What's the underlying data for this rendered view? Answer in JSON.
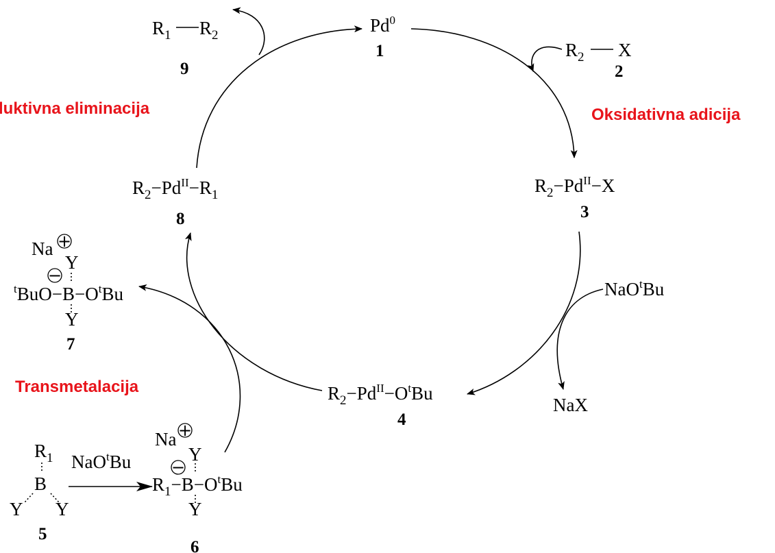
{
  "colors": {
    "step_label": "#e8141b",
    "ink": "#000000"
  },
  "steps": {
    "reductive_elimination": "luktivna eliminacija",
    "oxidative_addition": "Oksidativna adicija",
    "transmetalation": "Transmetalacija"
  },
  "species": {
    "pd0": {
      "label": "Pd",
      "ox": "0",
      "number": "1"
    },
    "aryl_halide": {
      "r": "R",
      "r_sub": "2",
      "x": "X",
      "number": "2"
    },
    "pd_x": {
      "r": "R",
      "r_sub": "2",
      "metal": "Pd",
      "ox": "II",
      "ligand": "X",
      "number": "3"
    },
    "pd_otbu": {
      "r": "R",
      "r_sub": "2",
      "metal": "Pd",
      "ox": "II",
      "ligand_o": "O",
      "ligand_t": "t",
      "ligand_bu": "Bu",
      "number": "4"
    },
    "borane": {
      "r": "R",
      "r_sub": "1",
      "b": "B",
      "y": "Y",
      "number": "5"
    },
    "borate_6": {
      "na": "Na",
      "r": "R",
      "r_sub": "1",
      "b": "B",
      "y": "Y",
      "o": "O",
      "t": "t",
      "bu": "Bu",
      "number": "6"
    },
    "borate_7": {
      "na": "Na",
      "t_left": "t",
      "bu_left": "BuO",
      "b": "B",
      "o": "O",
      "t": "t",
      "bu": "Bu",
      "y": "Y",
      "number": "7"
    },
    "pd_r1r2": {
      "r2": "R",
      "r2_sub": "2",
      "metal": "Pd",
      "ox": "II",
      "r1": "R",
      "r1_sub": "1",
      "number": "8"
    },
    "product": {
      "r1": "R",
      "r1_sub": "1",
      "r2": "R",
      "r2_sub": "2",
      "number": "9"
    }
  },
  "reagents": {
    "base": {
      "na_o": "NaO",
      "t": "t",
      "bu": "Bu"
    },
    "byproduct": "NaX",
    "base_5to6": {
      "na_o": "NaO",
      "t": "t",
      "bu": "Bu"
    }
  },
  "charges": {
    "plus": "+",
    "minus": "−"
  }
}
